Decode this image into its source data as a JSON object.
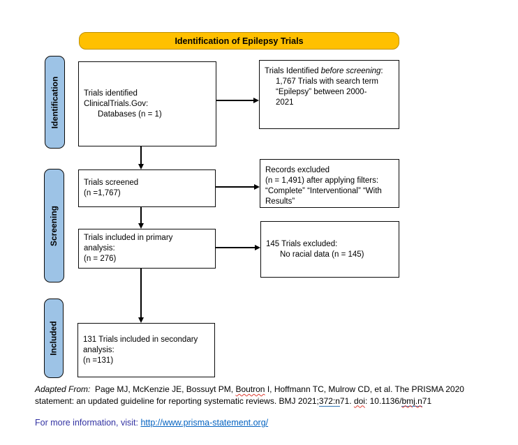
{
  "banner": {
    "label": "Identification of Epilepsy Trials"
  },
  "stages": {
    "identification": "Identification",
    "screening": "Screening",
    "included": "Included"
  },
  "boxes": {
    "identified": {
      "lines": [
        "Trials identified",
        "ClinicalTrials.Gov:"
      ],
      "indented": "Databases (n = 1)"
    },
    "before_screening": {
      "lead": "Trials Identified ",
      "emphasis": "before screening",
      "tail": ":",
      "detail_lines": [
        "1,767 Trials with search term",
        "“Epilepsy” between 2000-",
        "2021"
      ]
    },
    "screened": {
      "lines": [
        "Trials screened",
        "(n =1,767)"
      ]
    },
    "records_excluded": {
      "lines": [
        "Records excluded",
        "(n = 1,491) after applying filters:",
        "“Complete” “Interventional” “With",
        "Results”"
      ]
    },
    "primary_analysis": {
      "lines": [
        "Trials included in primary",
        "analysis:",
        "(n = 276)"
      ]
    },
    "racial_excluded": {
      "lines": [
        "145 Trials excluded:"
      ],
      "indented": "No racial data (n = 145)"
    },
    "secondary_analysis": {
      "lines": [
        "131 Trials included in secondary",
        "analysis:",
        "(n =131)"
      ]
    }
  },
  "footer": {
    "citation_line1": {
      "adapted": "Adapted From:",
      "t1": "  Page MJ, McKenzie JE, Bossuyt PM, ",
      "misspelled1": "Boutron",
      "t2": " I, Hoffmann TC, Mulrow CD, et al. The PRISMA 2020"
    },
    "citation_line2": {
      "t1": "statement: an updated guideline for reporting systematic reviews. BMJ 2021;",
      "vol": "372:n",
      "t2": "71. ",
      "doi": "doi",
      "t3": ": 10.1136/",
      "bmj": "bmj.n",
      "t4": "71"
    },
    "info_prefix": "For more information, visit: ",
    "info_link": "http://www.prisma-statement.org/"
  },
  "colors": {
    "banner_fill": "#FFC000",
    "stage_fill": "#9DC3E6",
    "link_blue": "#0563C1",
    "info_text": "#3333A3",
    "spellcheck_red": "#E03C31",
    "grammar_blue": "#2E74B5"
  }
}
